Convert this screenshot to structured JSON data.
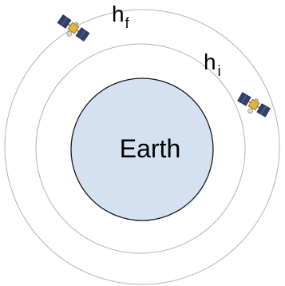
{
  "planet": {
    "label": "Earth",
    "fill": "#d3e1f1",
    "stroke": "#1a1a1a"
  },
  "orbits": {
    "outer": {
      "symbol": "h",
      "subscript": "f"
    },
    "inner": {
      "symbol": "h",
      "subscript": "i"
    },
    "stroke": "#b3b3b3"
  },
  "satellites": [
    {
      "icon": "satellite-icon",
      "orbit": "outer"
    },
    {
      "icon": "satellite-icon",
      "orbit": "inner"
    }
  ]
}
